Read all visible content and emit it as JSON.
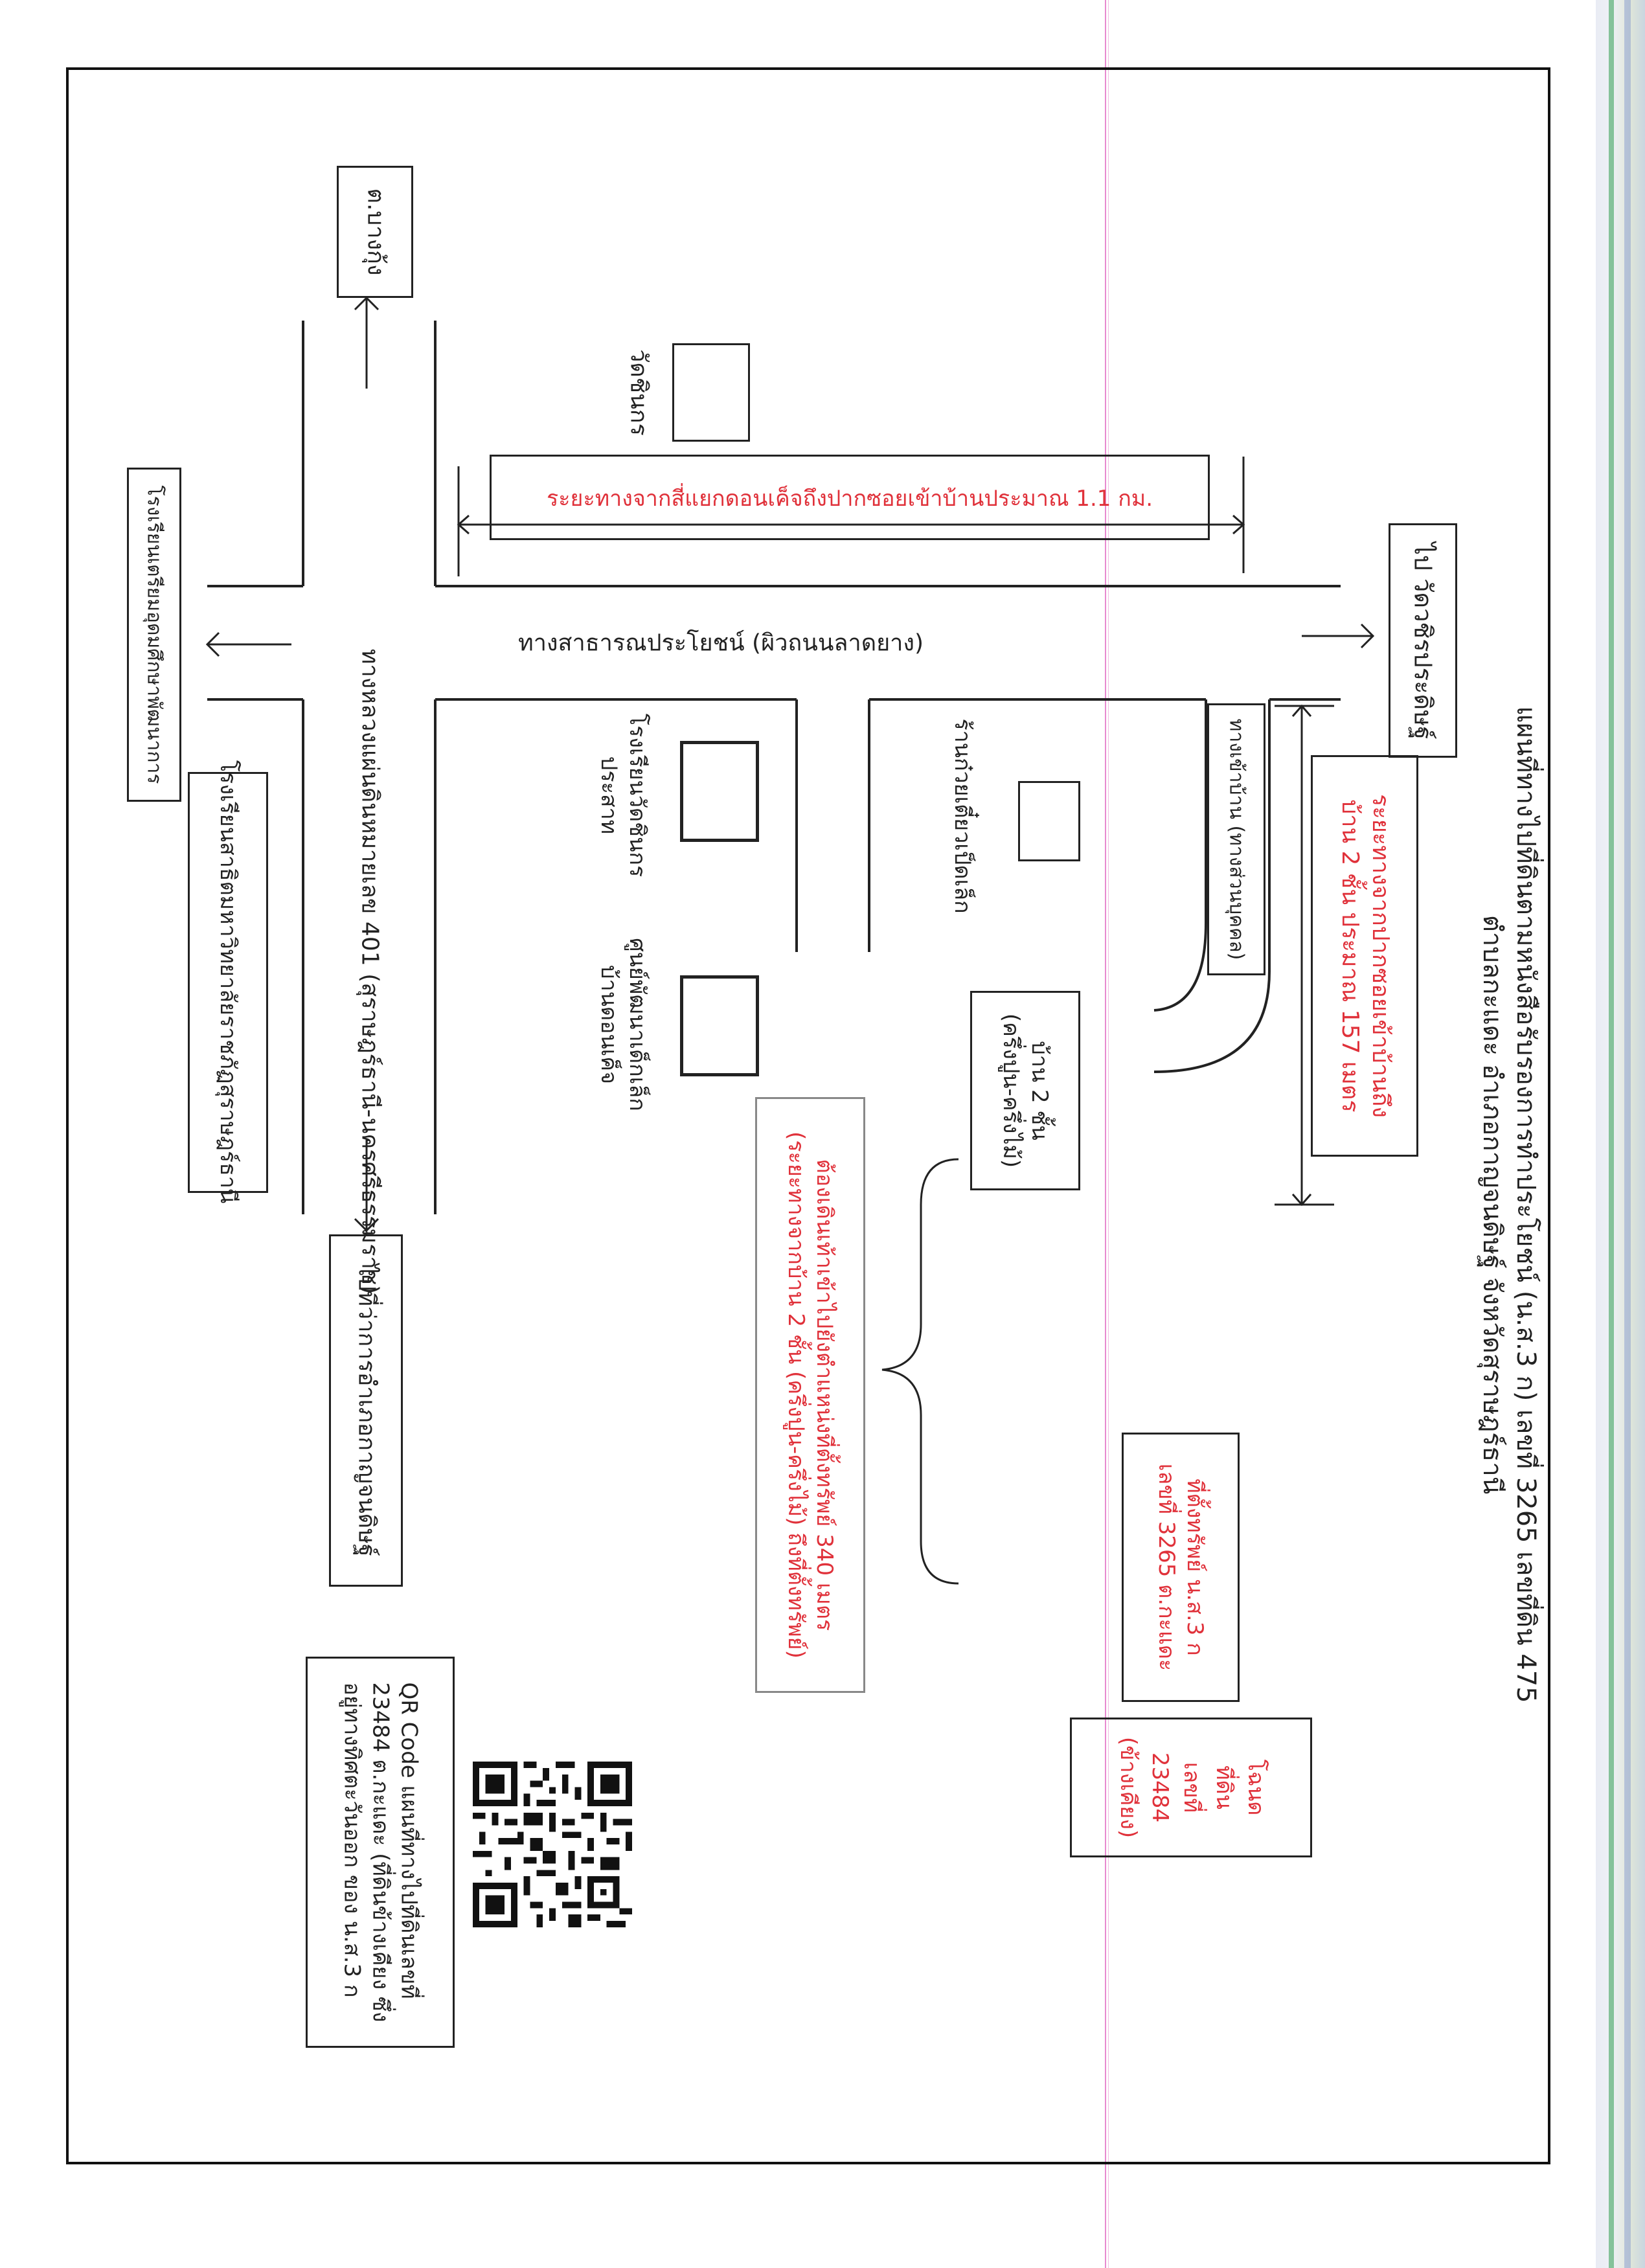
{
  "title": {
    "line1": "แผนที่ทางไปที่ดินตามหนังสือรับรองการทำประโยชน์ (น.ส.3 ก) เลขที่ 3265 เลขที่ดิน 475",
    "line2": "ตำบลกะแดะ อำเภอกาญจนดิษฐ์ จังหวัดสุราษฎร์ธานี"
  },
  "labels": {
    "bangkung": "ต.บางกุ้ง",
    "highway": "ทางหลวงแผ่นดินหมายเลข 401 (สุราษฎร์ธานี-นครศรีธรรมราช)",
    "public_road": "ทางสาธารณประโยชน์ (ผิวถนนลาดยาง)",
    "watchinkorn": "วัดชินกร",
    "distance_1": "ระยะทางจากสี่แยกดอนเค็จถึงปากซอยเข้าบ้านประมาณ 1.1 กม.",
    "to_watchin": "ไป วัดวชิรประดิษฐ์",
    "school_kindergarten": "โรงเรียนเตรียมอุดมศึกษาพัฒนาการ",
    "school_satit": "โรงเรียนสาธิตมหาวิทยาลัยราชภัฏสุราษฎร์ธานี",
    "school_watchinkorn": [
      "โรงเรียนวัดชินกร",
      "ประสาท"
    ],
    "noodle_shop": "ร้านก๋วยเตี๋ยวเป็ดเล็ก",
    "child_center": [
      "ศูนย์พัฒนาเด็กเล็ก",
      "บ้านดอนเค็จ"
    ],
    "house_path": "ทางเข้าบ้าน (ทางส่วนบุคคล)",
    "distance_2": [
      "ระยะทางจากปากซอยเข้าบ้านถึง",
      "บ้าน 2 ชั้น ประมาณ 157 เมตร"
    ],
    "house_2floor": [
      "บ้าน 2 ชั้น",
      "(ครึ่งปูน-ครึ่งไม้)"
    ],
    "walk_note": [
      "ต้องเดินเท้าเข้าไปยังตำแหน่งที่ตั้งทรัพย์ 340 เมตร",
      "(ระยะทางจากบ้าน 2 ชั้น (ครึ่งปูน-ครึ่งไม้) ถึงที่ตั้งทรัพย์)"
    ],
    "district_office": "ไปที่ว่าการอำเภอกาญจนดิษฐ์",
    "property": [
      "ที่ตั้งทรัพย์ น.ส.3 ก",
      "เลขที่ 3265 ต.กะแดะ"
    ],
    "deed": [
      "โฉนด",
      "ที่ดิน",
      "เลขที่",
      "23484",
      "(ข้างเคียง)"
    ],
    "qr_caption": [
      "QR Code แผนที่ทางไปที่ดินเลขที่",
      "23484 ต.กะแดะ (ที่ดินข้างเคียง ซึ่ง",
      "อยู่ทางทิศตะวันออก ของ น.ส.3 ก"
    ]
  },
  "colors": {
    "line": "#222222",
    "red_text": "#e0313a",
    "scan_edge_green": "#3fa45d",
    "scan_edge_blue": "#5e79c9",
    "margin_line": "#e78bd0"
  },
  "icons": {
    "arrow": "arrow-icon",
    "qr": "qr-code-icon",
    "brace": "curly-brace-icon"
  }
}
